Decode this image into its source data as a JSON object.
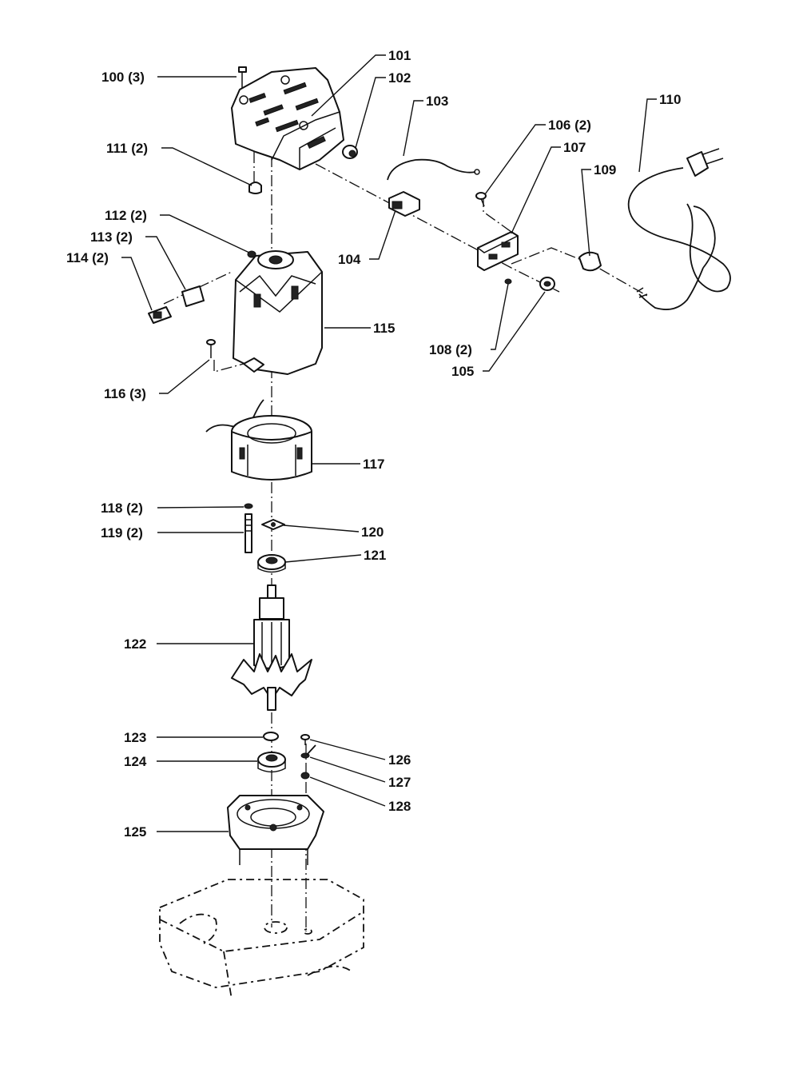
{
  "callouts": [
    {
      "id": "p100",
      "text": "100 (3)"
    },
    {
      "id": "p101",
      "text": "101"
    },
    {
      "id": "p102",
      "text": "102"
    },
    {
      "id": "p103",
      "text": "103"
    },
    {
      "id": "p104",
      "text": "104"
    },
    {
      "id": "p105",
      "text": "105"
    },
    {
      "id": "p106",
      "text": "106 (2)"
    },
    {
      "id": "p107",
      "text": "107"
    },
    {
      "id": "p108",
      "text": "108 (2)"
    },
    {
      "id": "p109",
      "text": "109"
    },
    {
      "id": "p110",
      "text": "110"
    },
    {
      "id": "p111",
      "text": "111 (2)"
    },
    {
      "id": "p112",
      "text": "112 (2)"
    },
    {
      "id": "p113",
      "text": "113 (2)"
    },
    {
      "id": "p114",
      "text": "114 (2)"
    },
    {
      "id": "p115",
      "text": "115"
    },
    {
      "id": "p116",
      "text": "116 (3)"
    },
    {
      "id": "p117",
      "text": "117"
    },
    {
      "id": "p118",
      "text": "118 (2)"
    },
    {
      "id": "p119",
      "text": "119 (2)"
    },
    {
      "id": "p120",
      "text": "120"
    },
    {
      "id": "p121",
      "text": "121"
    },
    {
      "id": "p122",
      "text": "122"
    },
    {
      "id": "p123",
      "text": "123"
    },
    {
      "id": "p124",
      "text": "124"
    },
    {
      "id": "p125",
      "text": "125"
    },
    {
      "id": "p126",
      "text": "126"
    },
    {
      "id": "p127",
      "text": "127"
    },
    {
      "id": "p128",
      "text": "128"
    }
  ]
}
